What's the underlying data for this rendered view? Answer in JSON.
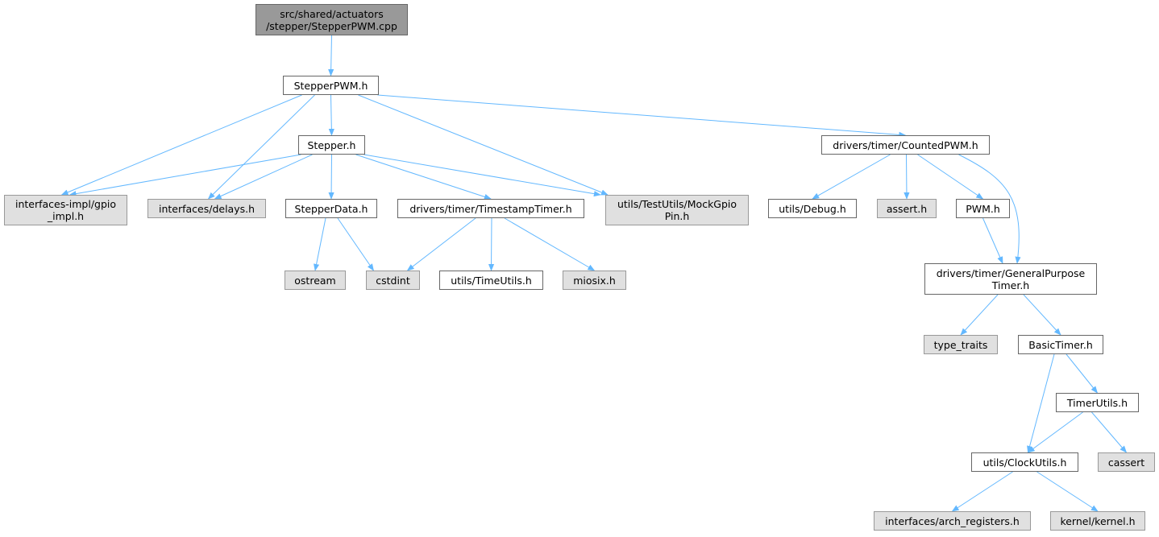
{
  "nodes": [
    {
      "id": "root",
      "label": "src/shared/actuators\n/stepper/StepperPWM.cpp",
      "kind": "root"
    },
    {
      "id": "stepperpwm_h",
      "label": "StepperPWM.h",
      "kind": "file"
    },
    {
      "id": "stepper_h",
      "label": "Stepper.h",
      "kind": "file"
    },
    {
      "id": "countedpwm_h",
      "label": "drivers/timer/CountedPWM.h",
      "kind": "file"
    },
    {
      "id": "gpio_impl_h",
      "label": "interfaces-impl/gpio\n_impl.h",
      "kind": "external"
    },
    {
      "id": "delays_h",
      "label": "interfaces/delays.h",
      "kind": "external"
    },
    {
      "id": "stepperdata_h",
      "label": "StepperData.h",
      "kind": "file"
    },
    {
      "id": "timestamptimer_h",
      "label": "drivers/timer/TimestampTimer.h",
      "kind": "file"
    },
    {
      "id": "mockgpiopin_h",
      "label": "utils/TestUtils/MockGpio\nPin.h",
      "kind": "external"
    },
    {
      "id": "debug_h",
      "label": "utils/Debug.h",
      "kind": "file"
    },
    {
      "id": "assert_h",
      "label": "assert.h",
      "kind": "external"
    },
    {
      "id": "pwm_h",
      "label": "PWM.h",
      "kind": "file"
    },
    {
      "id": "ostream",
      "label": "ostream",
      "kind": "external"
    },
    {
      "id": "cstdint",
      "label": "cstdint",
      "kind": "external"
    },
    {
      "id": "timeutils_h",
      "label": "utils/TimeUtils.h",
      "kind": "file"
    },
    {
      "id": "miosix_h",
      "label": "miosix.h",
      "kind": "external"
    },
    {
      "id": "gptimer_h",
      "label": "drivers/timer/GeneralPurpose\nTimer.h",
      "kind": "file"
    },
    {
      "id": "type_traits",
      "label": "type_traits",
      "kind": "external"
    },
    {
      "id": "basictimer_h",
      "label": "BasicTimer.h",
      "kind": "file"
    },
    {
      "id": "timerutils_h",
      "label": "TimerUtils.h",
      "kind": "file"
    },
    {
      "id": "clockutils_h",
      "label": "utils/ClockUtils.h",
      "kind": "file"
    },
    {
      "id": "cassert",
      "label": "cassert",
      "kind": "external"
    },
    {
      "id": "arch_registers_h",
      "label": "interfaces/arch_registers.h",
      "kind": "external"
    },
    {
      "id": "kernel_h",
      "label": "kernel/kernel.h",
      "kind": "external"
    }
  ],
  "edges": [
    {
      "from": "root",
      "to": "stepperpwm_h"
    },
    {
      "from": "stepperpwm_h",
      "to": "gpio_impl_h"
    },
    {
      "from": "stepperpwm_h",
      "to": "delays_h"
    },
    {
      "from": "stepperpwm_h",
      "to": "stepper_h"
    },
    {
      "from": "stepperpwm_h",
      "to": "mockgpiopin_h"
    },
    {
      "from": "stepperpwm_h",
      "to": "countedpwm_h"
    },
    {
      "from": "stepper_h",
      "to": "gpio_impl_h"
    },
    {
      "from": "stepper_h",
      "to": "delays_h"
    },
    {
      "from": "stepper_h",
      "to": "stepperdata_h"
    },
    {
      "from": "stepper_h",
      "to": "timestamptimer_h"
    },
    {
      "from": "stepper_h",
      "to": "mockgpiopin_h"
    },
    {
      "from": "stepperdata_h",
      "to": "ostream"
    },
    {
      "from": "stepperdata_h",
      "to": "cstdint"
    },
    {
      "from": "timestamptimer_h",
      "to": "cstdint"
    },
    {
      "from": "timestamptimer_h",
      "to": "timeutils_h"
    },
    {
      "from": "timestamptimer_h",
      "to": "miosix_h"
    },
    {
      "from": "countedpwm_h",
      "to": "debug_h"
    },
    {
      "from": "countedpwm_h",
      "to": "assert_h"
    },
    {
      "from": "countedpwm_h",
      "to": "pwm_h"
    },
    {
      "from": "countedpwm_h",
      "to": "gptimer_h"
    },
    {
      "from": "pwm_h",
      "to": "gptimer_h"
    },
    {
      "from": "gptimer_h",
      "to": "type_traits"
    },
    {
      "from": "gptimer_h",
      "to": "basictimer_h"
    },
    {
      "from": "basictimer_h",
      "to": "timerutils_h"
    },
    {
      "from": "basictimer_h",
      "to": "clockutils_h"
    },
    {
      "from": "timerutils_h",
      "to": "clockutils_h"
    },
    {
      "from": "timerutils_h",
      "to": "cassert"
    },
    {
      "from": "clockutils_h",
      "to": "arch_registers_h"
    },
    {
      "from": "clockutils_h",
      "to": "kernel_h"
    }
  ],
  "colors": {
    "edge": "#63b8ff",
    "node_border": "#666666",
    "external_fill": "#e0e0e0",
    "root_fill": "#999999"
  }
}
